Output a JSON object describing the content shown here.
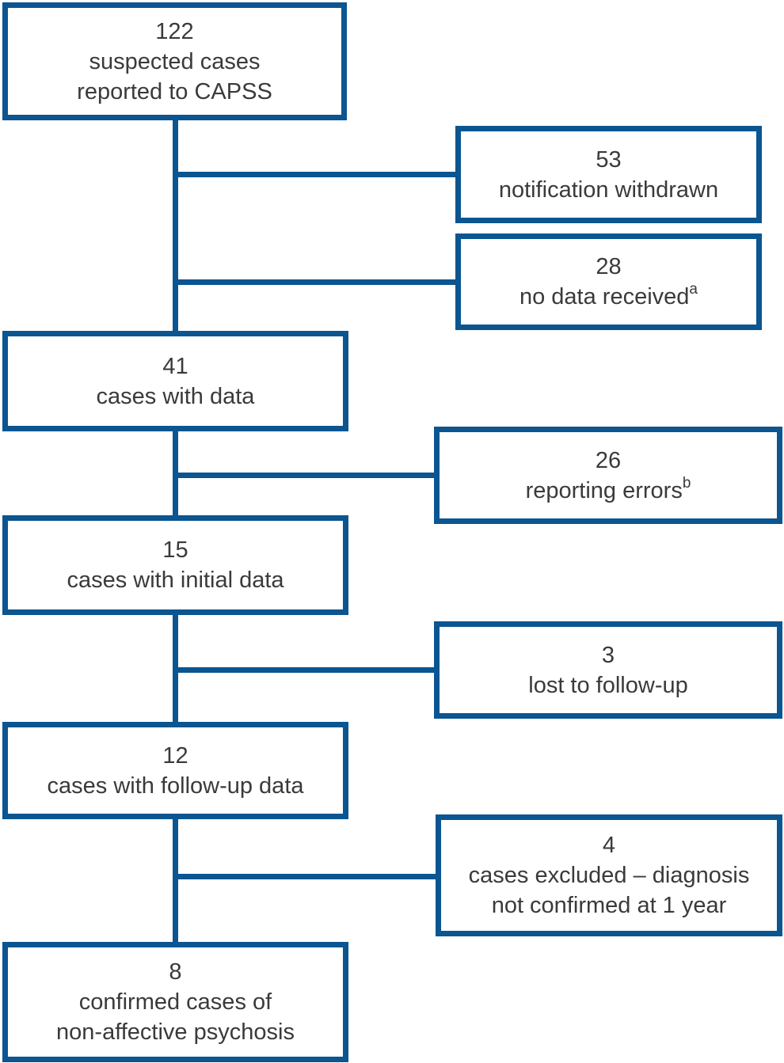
{
  "figure": {
    "description": "Flow diagram of suspected cases through the CAPSS study",
    "accent_color": "#0b5591",
    "text_color": "#3a3a3c",
    "boxes": [
      {
        "id": "reported-to-capss",
        "count": "122",
        "lines": [
          "suspected cases",
          "reported to CAPSS"
        ]
      },
      {
        "id": "notification-withdrawn",
        "count": "53",
        "lines": [
          "notification withdrawn"
        ]
      },
      {
        "id": "no-data-received",
        "count": "28",
        "lines": [
          "no data received"
        ],
        "sup": "a"
      },
      {
        "id": "cases-with-data",
        "count": "41",
        "lines": [
          "cases with data"
        ]
      },
      {
        "id": "reporting-errors",
        "count": "26",
        "lines": [
          "reporting errors"
        ],
        "sup": "b"
      },
      {
        "id": "cases-with-initial-data",
        "count": "15",
        "lines": [
          "cases with initial data"
        ]
      },
      {
        "id": "lost-to-follow-up",
        "count": "3",
        "lines": [
          "lost to follow-up"
        ]
      },
      {
        "id": "cases-with-follow-up-data",
        "count": "12",
        "lines": [
          "cases with follow-up data"
        ]
      },
      {
        "id": "cases-excluded",
        "count": "4",
        "lines": [
          "cases excluded – diagnosis",
          "not confirmed at 1 year"
        ]
      },
      {
        "id": "confirmed-cases",
        "count": "8",
        "lines": [
          "confirmed cases of",
          "non-affective psychosis"
        ]
      }
    ]
  }
}
